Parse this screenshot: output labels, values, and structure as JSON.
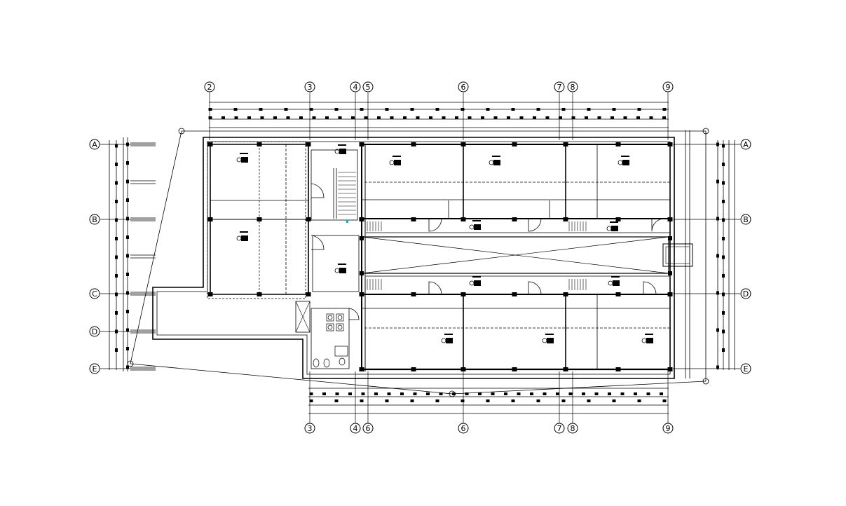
{
  "drawing": {
    "background": "#ffffff",
    "line_color": "#000000",
    "accent_color": "#00b7c3"
  },
  "grid_labels": {
    "top": [
      "2",
      "3",
      "4",
      "5",
      "6",
      "7",
      "8",
      "9"
    ],
    "bottom": [
      "3",
      "4",
      "6",
      "6",
      "7",
      "8",
      "9"
    ],
    "left": [
      "A",
      "B",
      "C",
      "D",
      "E"
    ],
    "right": [
      "A",
      "B",
      "D",
      "E"
    ]
  }
}
